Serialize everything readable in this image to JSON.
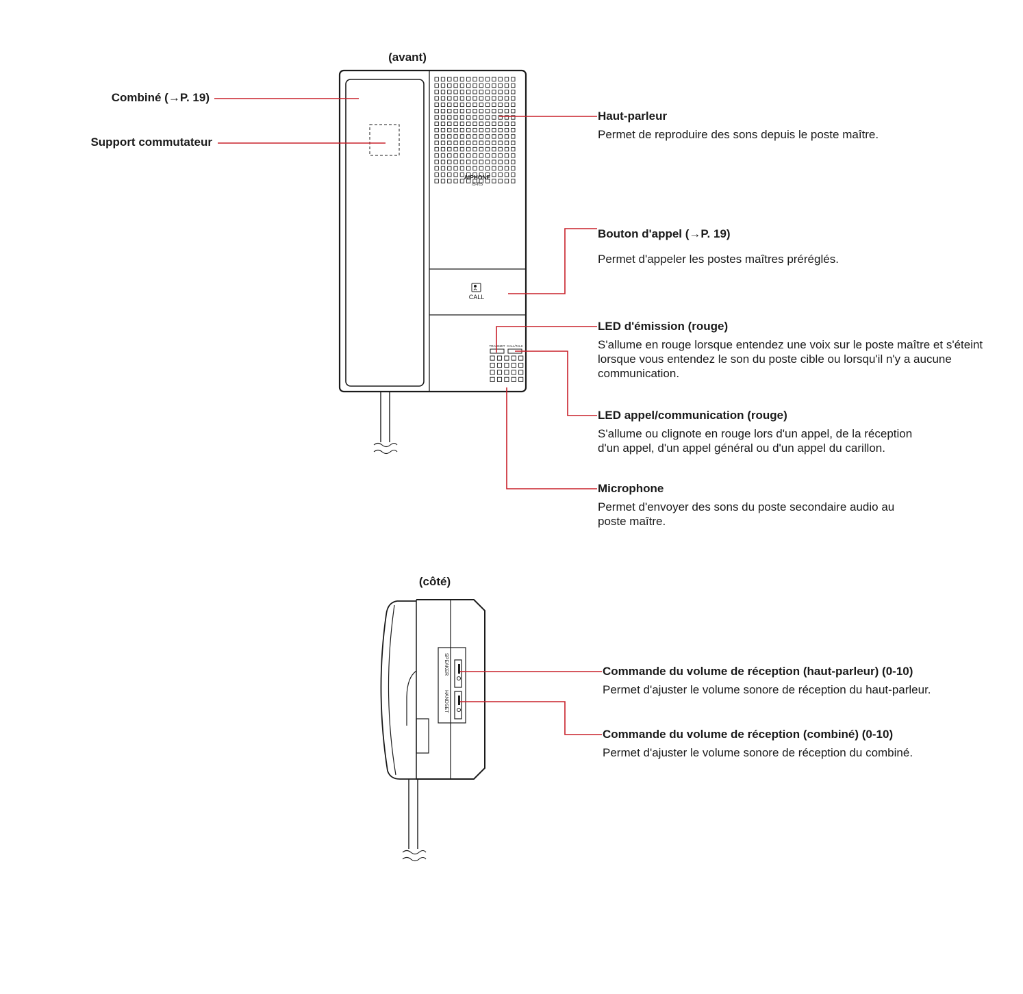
{
  "views": {
    "front_label": "(avant)",
    "side_label": "(côté)"
  },
  "device": {
    "brand": "AIPHONE",
    "model": "IS-RS",
    "call_key": "CALL",
    "transmit_label": "TRANSMIT",
    "calltalk_label": "CALL/TALK",
    "speaker_label": "SPEAKER",
    "handset_label": "HANDSET"
  },
  "left_labels": {
    "handset": "Combiné (→P. 19)",
    "hook": "Support commutateur"
  },
  "callouts": [
    {
      "title": "Haut-parleur",
      "desc": "Permet de reproduire des sons depuis le poste maître."
    },
    {
      "title": "Bouton d'appel (→P. 19)",
      "desc": "Permet d'appeler les postes maîtres préréglés."
    },
    {
      "title": "LED d'émission (rouge)",
      "desc": "S'allume en rouge lorsque entendez une voix sur le poste maître et s'éteint lorsque vous entendez le son du poste cible ou lorsqu'il n'y a aucune communication."
    },
    {
      "title": "LED appel/communication (rouge)",
      "desc": "S'allume ou clignote en rouge lors d'un appel, de la réception d'un appel, d'un appel général ou d'un appel du carillon."
    },
    {
      "title": "Microphone",
      "desc": "Permet d'envoyer des sons du poste secondaire audio au poste maître."
    },
    {
      "title": "Commande du volume de réception (haut-parleur) (0-10)",
      "desc": "Permet d'ajuster le volume sonore de réception du haut-parleur."
    },
    {
      "title": "Commande du volume de réception (combiné) (0-10)",
      "desc": "Permet d'ajuster le volume sonore de réception du combiné."
    }
  ],
  "colors": {
    "leader": "#c8202a",
    "outline": "#1a1a1a"
  }
}
